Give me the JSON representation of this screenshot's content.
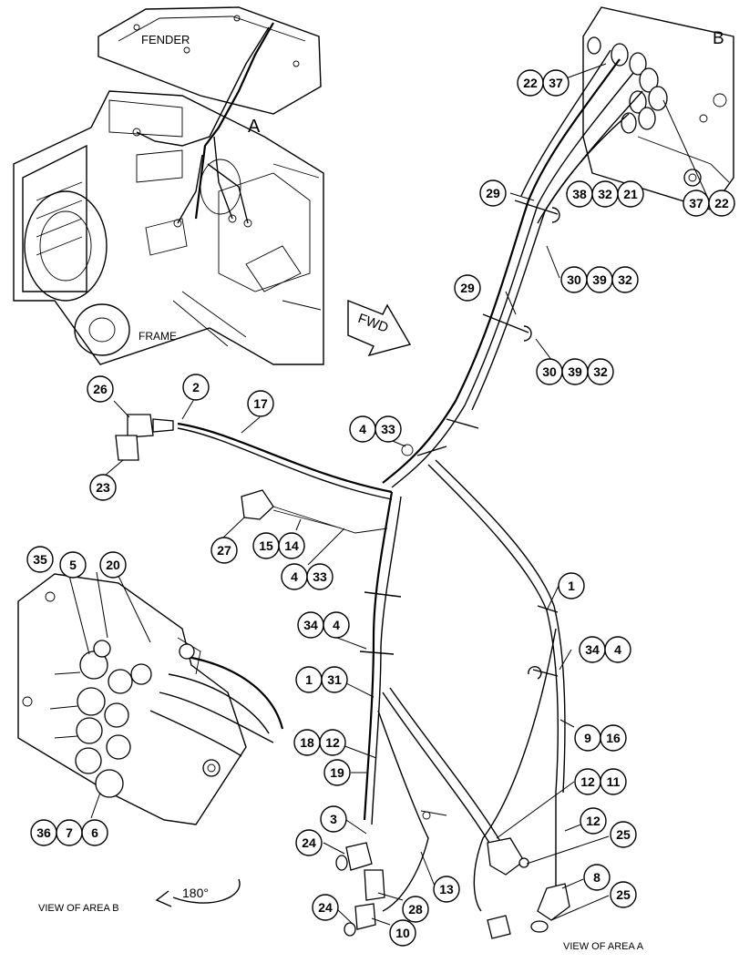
{
  "labels": {
    "fender": "FENDER",
    "frame": "FRAME",
    "area_a": "A",
    "area_b": "B",
    "fwd": "FWD",
    "rotation": "180°",
    "view_b": "VIEW OF AREA B",
    "view_a": "VIEW OF AREA A"
  },
  "callouts": {
    "c22a": "22",
    "c37a": "37",
    "c29a": "29",
    "c38": "38",
    "c32a": "32",
    "c21": "21",
    "c37b": "37",
    "c22b": "22",
    "c30a": "30",
    "c39a": "39",
    "c32b": "32",
    "c29b": "29",
    "c30b": "30",
    "c39b": "39",
    "c32c": "32",
    "c26": "26",
    "c2": "2",
    "c17": "17",
    "c23": "23",
    "c4a": "4",
    "c33a": "33",
    "c27": "27",
    "c15": "15",
    "c14": "14",
    "c4b": "4",
    "c33b": "33",
    "c1a": "1",
    "c35": "35",
    "c5": "5",
    "c20": "20",
    "c34a": "34",
    "c4c": "4",
    "c34b": "34",
    "c4d": "4",
    "c1b": "1",
    "c31": "31",
    "c9": "9",
    "c16": "16",
    "c18": "18",
    "c12a": "12",
    "c19": "19",
    "c12b": "12",
    "c11": "11",
    "c3": "3",
    "c12c": "12",
    "c24a": "24",
    "c25a": "25",
    "c36": "36",
    "c7": "7",
    "c6": "6",
    "c13": "13",
    "c8": "8",
    "c25b": "25",
    "c24b": "24",
    "c28": "28",
    "c10": "10"
  }
}
